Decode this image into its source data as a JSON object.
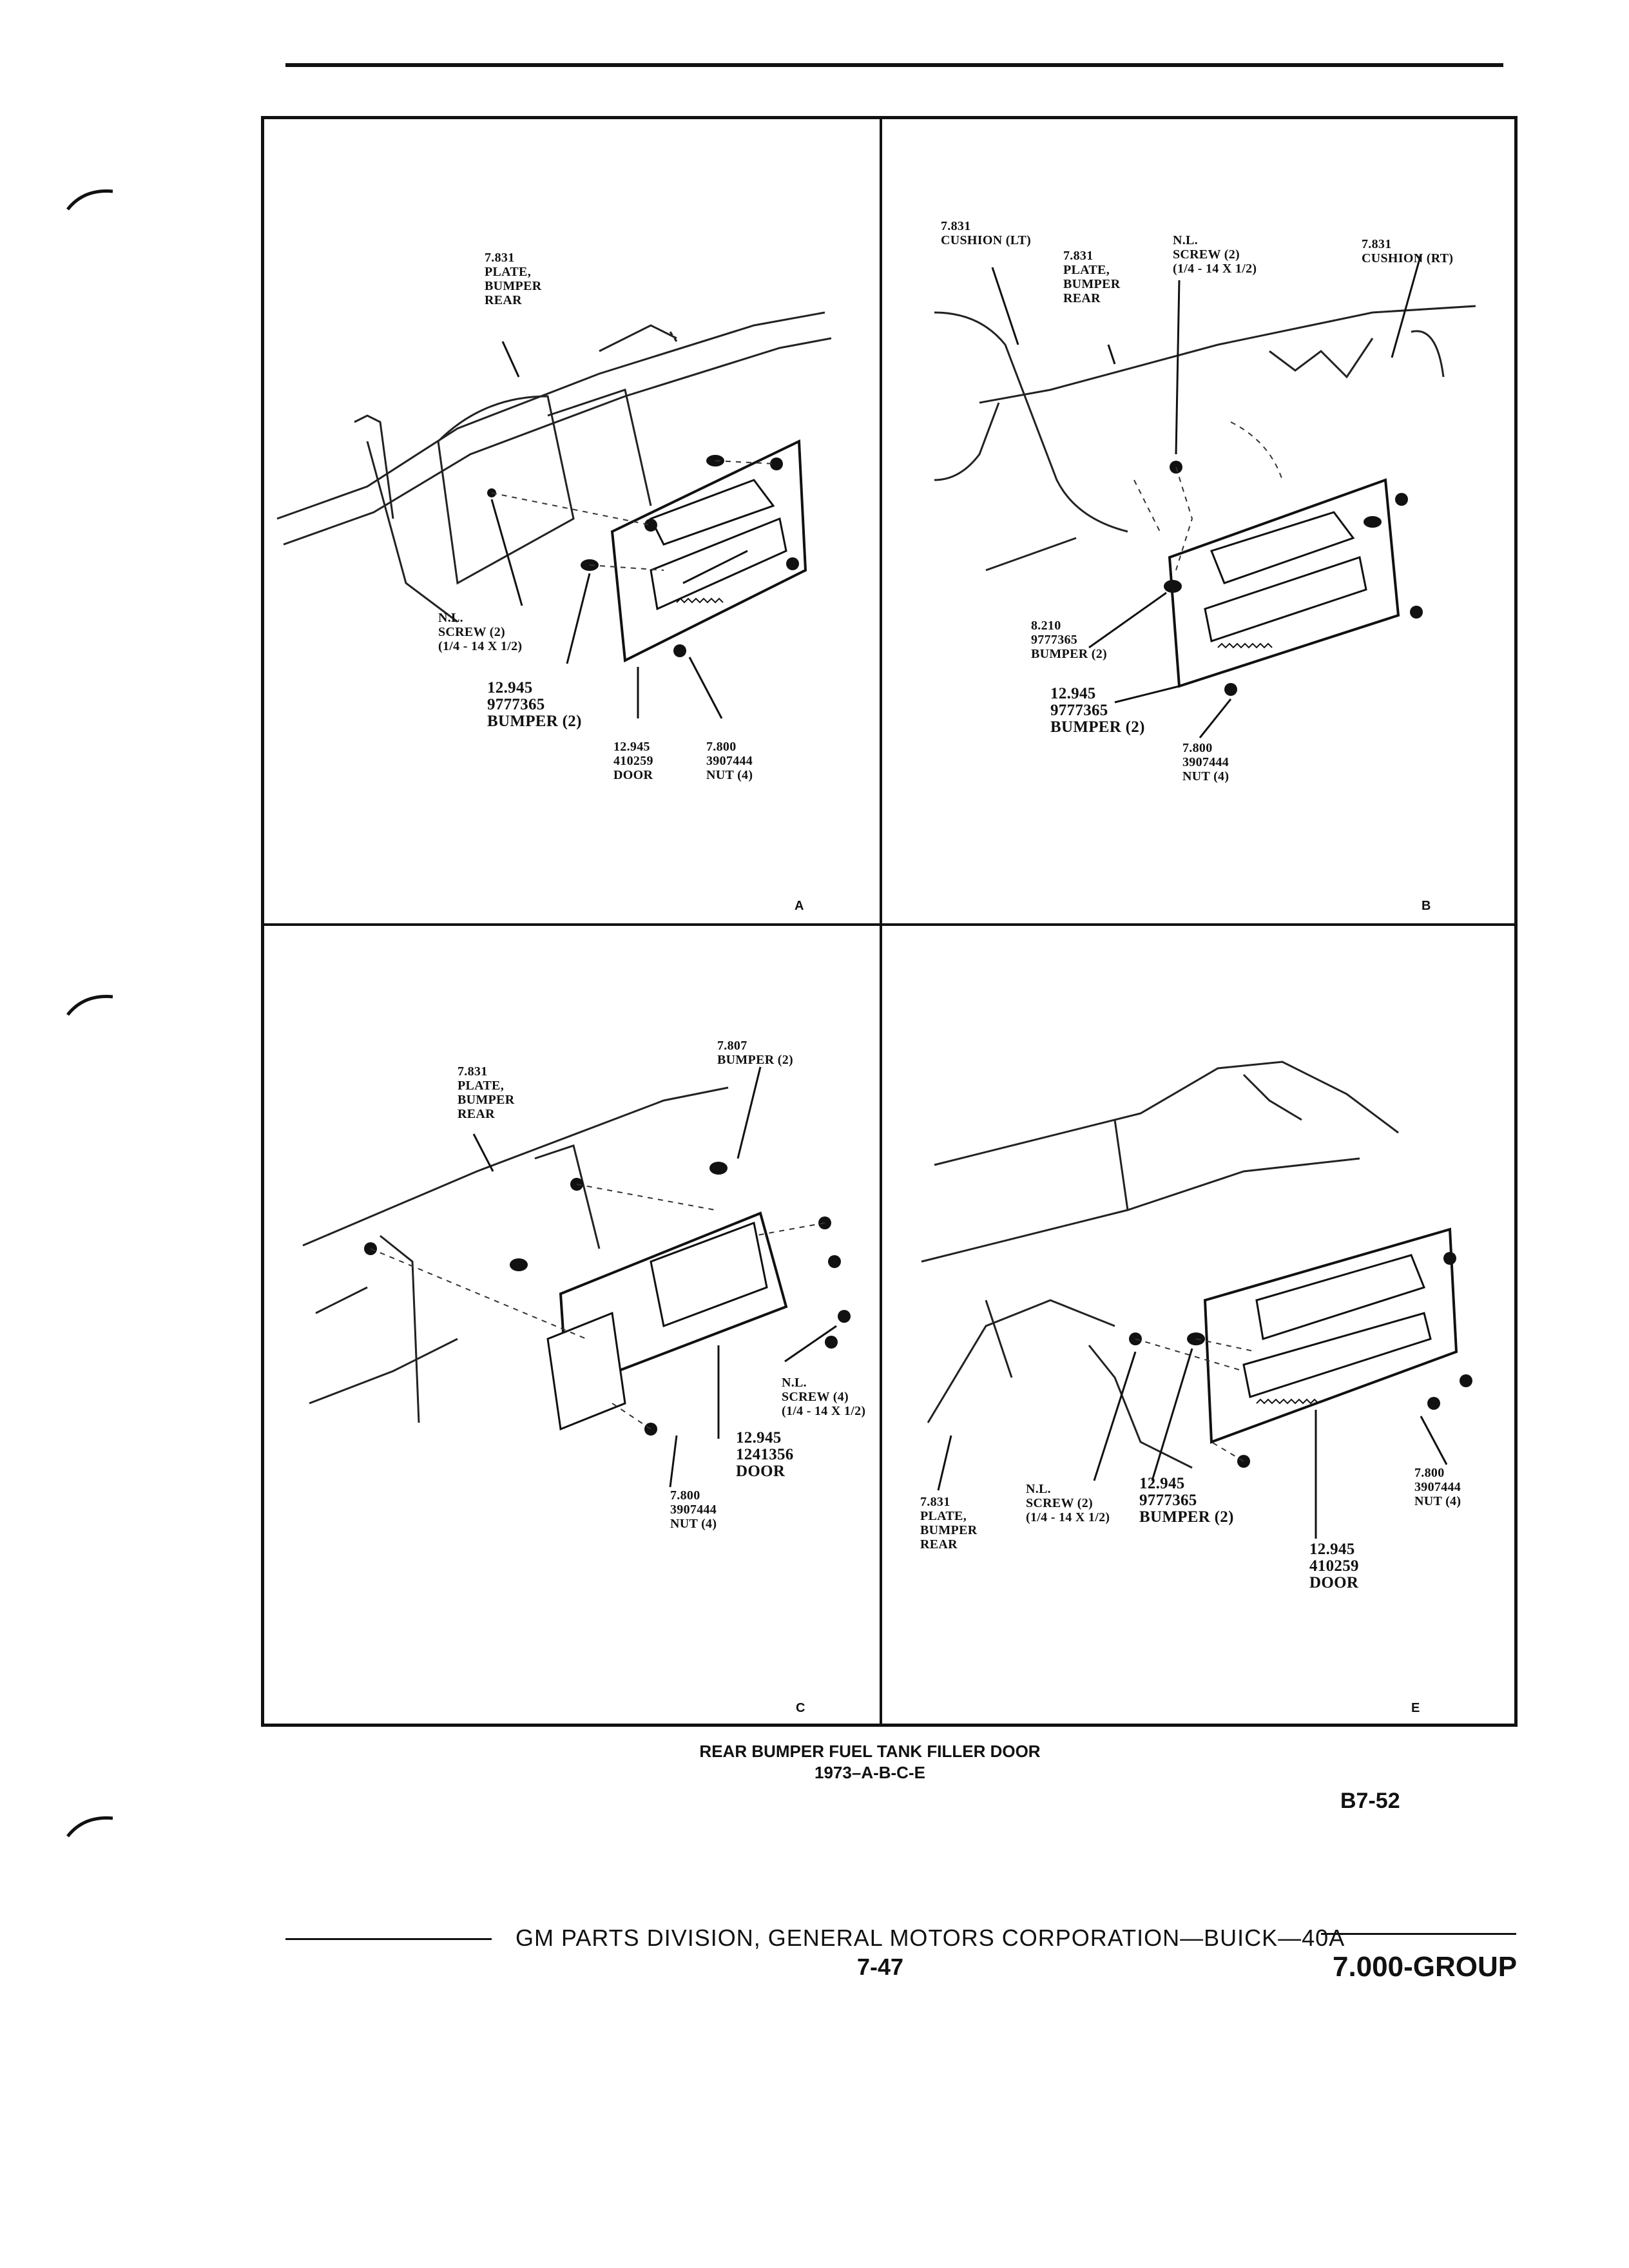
{
  "figure": {
    "panels": [
      {
        "letter": "A",
        "callouts": [
          {
            "text": "7.831\nPLATE,\nBUMPER\nREAR"
          },
          {
            "text": "N.L.\nSCREW (2)\n(1/4 - 14 x 1/2)"
          },
          {
            "text": "12.945\n9777365\nBUMPER (2)"
          },
          {
            "text": "12.945\n410259\nDOOR"
          },
          {
            "text": "7.800\n3907444\nNUT (4)"
          }
        ]
      },
      {
        "letter": "B",
        "callouts": [
          {
            "text": "7.831\nCUSHION (LT)"
          },
          {
            "text": "7.831\nPLATE,\nBUMPER\nREAR"
          },
          {
            "text": "N.L.\nSCREW (2)\n(1/4 - 14 x 1/2)"
          },
          {
            "text": "7.831\nCUSHION (RT)"
          },
          {
            "text": "8.210\n9777365\nBUMPER (2)"
          },
          {
            "text": "12.945\n9777365\nBUMPER (2)"
          },
          {
            "text": "7.800\n3907444\nNUT (4)"
          }
        ]
      },
      {
        "letter": "C",
        "callouts": [
          {
            "text": "7.831\nPLATE,\nBUMPER\nREAR"
          },
          {
            "text": "7.807\nBUMPER (2)"
          },
          {
            "text": "N.L.\nSCREW (4)\n(1/4 - 14 x 1/2)"
          },
          {
            "text": "12.945\n1241356\nDOOR"
          },
          {
            "text": "7.800\n3907444\nNUT (4)"
          }
        ]
      },
      {
        "letter": "E",
        "callouts": [
          {
            "text": "7.831\nPLATE,\nBUMPER\nREAR"
          },
          {
            "text": "N.L.\nSCREW (2)\n(1/4 - 14 x 1/2)"
          },
          {
            "text": "12.945\n9777365\nBUMPER (2)"
          },
          {
            "text": "12.945\n410259\nDOOR"
          },
          {
            "text": "7.800\n3907444\nNUT (4)"
          }
        ]
      }
    ],
    "caption_line1": "REAR BUMPER FUEL TANK FILLER DOOR",
    "caption_line2": "1973–A-B-C-E"
  },
  "page_code": "B7-52",
  "footer": {
    "text": "GM PARTS DIVISION, GENERAL MOTORS CORPORATION—BUICK—40A",
    "page_number": "7-47",
    "group": "7.000-GROUP"
  }
}
